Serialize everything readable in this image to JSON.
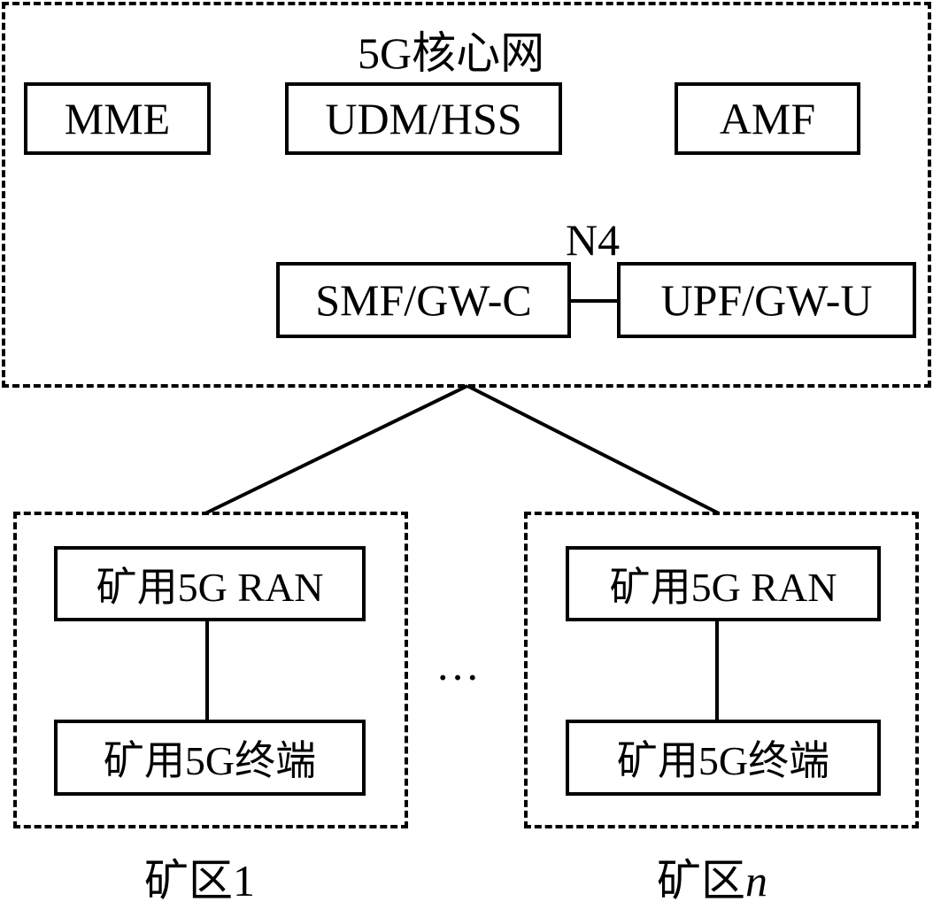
{
  "core": {
    "title": "5G核心网",
    "mme": "MME",
    "udm_hss": "UDM/HSS",
    "amf": "AMF",
    "smf": "SMF/GW-C",
    "upf": "UPF/GW-U",
    "n4": "N4"
  },
  "mine_areas": [
    {
      "ran": "矿用5G RAN",
      "terminal": "矿用5G终端",
      "label_prefix": "矿区",
      "label_suffix": "1"
    },
    {
      "ran": "矿用5G RAN",
      "terminal": "矿用5G终端",
      "label_prefix": "矿区",
      "label_suffix": "n"
    }
  ],
  "ellipsis": "…"
}
